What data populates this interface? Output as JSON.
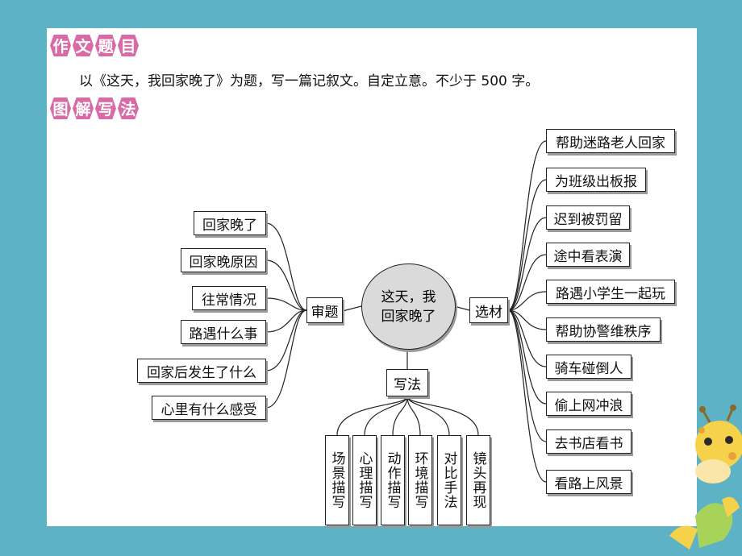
{
  "heading_task": [
    "作",
    "文",
    "题",
    "目"
  ],
  "prompt": "以《这天，我回家晚了》为题，写一篇记叙文。自定立意。不少于 500 字。",
  "heading_method": [
    "图",
    "解",
    "写",
    "法"
  ],
  "center": {
    "line1": "这天，我",
    "line2": "回家晚了"
  },
  "branches": {
    "review": "审题",
    "material": "选材",
    "method": "写法"
  },
  "review_items": [
    "回家晚了",
    "回家晚原因",
    "往常情况",
    "路遇什么事",
    "回家后发生了什么",
    "心里有什么感受"
  ],
  "material_items": [
    "帮助迷路老人回家",
    "为班级出板报",
    "迟到被罚留",
    "途中看表演",
    "路遇小学生一起玩",
    "帮助协警维秩序",
    "骑车碰倒人",
    "偷上网冲浪",
    "去书店看书",
    "看路上风景"
  ],
  "method_items": [
    "场景描写",
    "心理描写",
    "动作描写",
    "环境描写",
    "对比手法",
    "镜头再现"
  ],
  "colors": {
    "background": "#5db3c5",
    "badge": "#d86aa6",
    "center_fill": "#dadada"
  }
}
